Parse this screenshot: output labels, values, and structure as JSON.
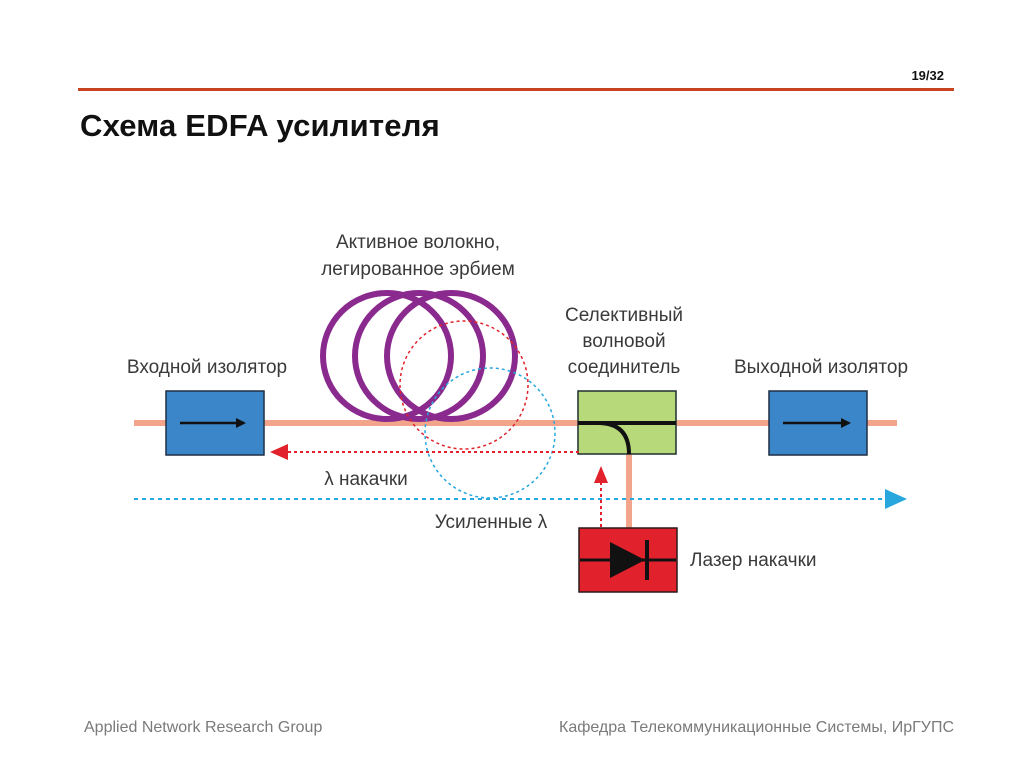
{
  "header": {
    "page_number": "19/32",
    "title": "Схема EDFA усилителя"
  },
  "diagram": {
    "labels": {
      "active_fiber_line1": "Активное волокно,",
      "active_fiber_line2": "легированное эрбием",
      "input_isolator": "Входной изолятор",
      "wdm_line1": "Селективный",
      "wdm_line2": "волновой",
      "wdm_line3": "соединитель",
      "output_isolator": "Выходной изолятор",
      "pump_wavelength": "λ накачки",
      "amplified_wavelength": "Усиленные λ",
      "pump_laser": "Лазер накачки"
    },
    "colors": {
      "fiber": "#f2a58a",
      "isolator": "#3a86c8",
      "coil": "#8b2a8e",
      "wdm": "#b7d97a",
      "laser": "#e1212b",
      "pump_arrow": "#e1212b",
      "signal_arrow": "#27a7dd",
      "rule": "#c8431f"
    }
  },
  "footer": {
    "left": "Applied Network Research Group",
    "right": "Кафедра Телекоммуникационные Системы, ИрГУПС"
  }
}
